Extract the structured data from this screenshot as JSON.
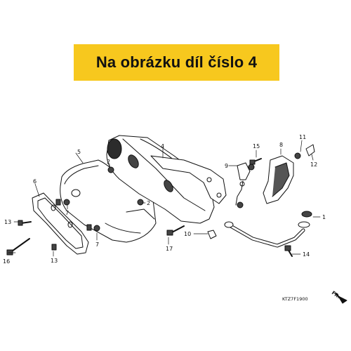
{
  "banner": {
    "text": "Na obrázku díl číslo 4",
    "color": "#f7c81e"
  },
  "diagram": {
    "drawing_code": "KTZ7F1900",
    "direction_label": "FR.",
    "part_numbers": {
      "p1": "1",
      "p2a": "2",
      "p2b": "2",
      "p4": "4",
      "p5": "5",
      "p6": "6",
      "p7a": "7",
      "p7b": "7",
      "p8": "8",
      "p9": "9",
      "p10": "10",
      "p11": "11",
      "p12": "12",
      "p13a": "13",
      "p13b": "13",
      "p14": "14",
      "p15": "15",
      "p16": "16",
      "p17": "17"
    }
  }
}
